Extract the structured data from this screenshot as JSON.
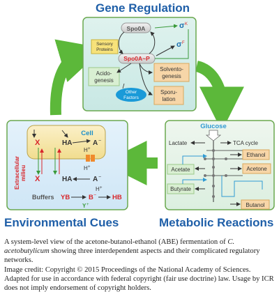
{
  "gene_regulation": {
    "title": "Gene Regulation",
    "spo0a": "Spo0A",
    "spo0a_p": "Spo0A~P",
    "sensory_line1": "Sensory",
    "sensory_line2": "Proteins",
    "sigma_k": "σ",
    "sigma_k_sup": "K",
    "sigma_f": "σ",
    "sigma_f_sup": "F",
    "acido_line1": "Acido-",
    "acido_line2": "genesis",
    "solvento_line1": "Solvento-",
    "solvento_line2": "genesis",
    "sporu_line1": "Sporu-",
    "sporu_line2": "lation",
    "other_line1": "Other",
    "other_line2": "Factors"
  },
  "environmental_cues": {
    "title": "Environmental Cues",
    "cell": "Cell",
    "extracellular_line1": "Extracellular",
    "extracellular_line2": "milieu",
    "x_top": "X",
    "x_bottom": "X",
    "ha_top": "HA",
    "a_top": "A",
    "h_plus_cell": "H",
    "h_plus_out": "H",
    "ha_bottom": "HA",
    "a_bottom": "A",
    "buffers": "Buffers",
    "yb": "YB",
    "b_minus": "B",
    "hb": "HB",
    "h_plus_buf": "H",
    "y_plus": "Y",
    "plus": "+",
    "minus": "−"
  },
  "metabolic_reactions": {
    "title": "Metabolic Reactions",
    "glucose": "Glucose",
    "lactate": "Lactate",
    "tca": "TCA cycle",
    "ethanol": "Ethanol",
    "acetate": "Acetate",
    "acetone": "Acetone",
    "butyrate": "Butyrate",
    "butanol": "Butanol"
  },
  "caption": {
    "line1": "A system-level view of the acetone-butanol-ethanol (ABE) fermentation of",
    "organism": "C. acetobutylicum",
    "line2_rest": " showing three interdependent aspects and their complicated regulatory networks.",
    "credit": "Image credit: Copyright © 2015 Proceedings of the National Academy of Sciences. Adapted for use in accordance with federal copyright (fair use doctrine) law. Usage by ICR does not imply endorsement of copyright holders."
  },
  "colors": {
    "title_blue": "#1f5fa8",
    "arrow_green": "#5cb83a",
    "label_green": "#d9efd2",
    "label_orange": "#f7d6a8",
    "red_text": "#d8262b",
    "blue_text": "#1c8fc9",
    "cycle_blue": "#2f9ad3"
  }
}
